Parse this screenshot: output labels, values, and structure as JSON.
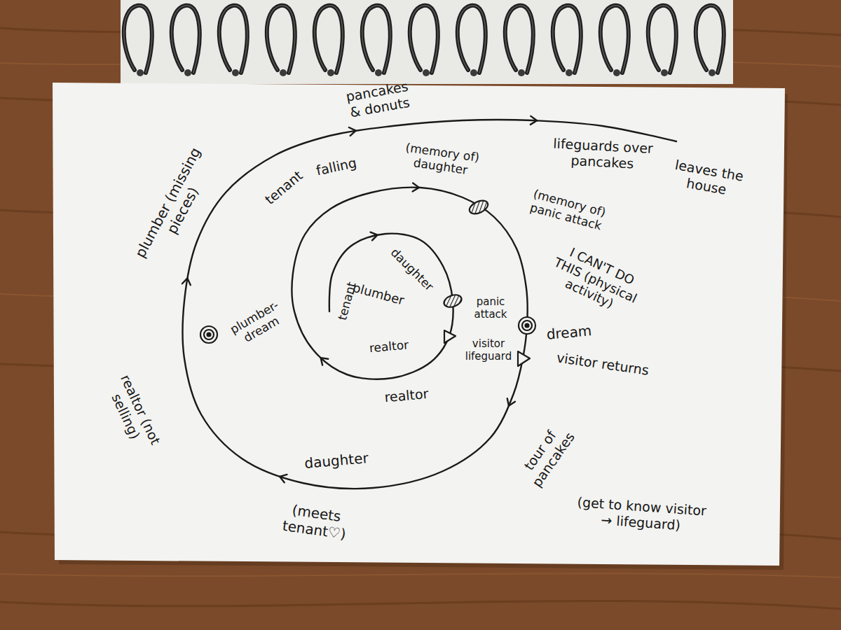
{
  "diagram": {
    "labels": [
      "plumber (missing pieces)",
      "pancakes & donuts",
      "falling",
      "lifeguards over pancakes",
      "leaves the house",
      "tenant",
      "(memory of) daughter",
      "(memory of) panic attack",
      "I CAN'T DO THIS (physical activity)",
      "dream",
      "visitor returns",
      "plumber-dream",
      "daughter",
      "plumber",
      "tenant",
      "realtor",
      "panic attack",
      "visitor lifeguard",
      "realtor",
      "tour of pancakes",
      "(get to know visitor → lifeguard)",
      "daughter",
      "(meets tenant♡)",
      "realtor (not selling)"
    ]
  }
}
